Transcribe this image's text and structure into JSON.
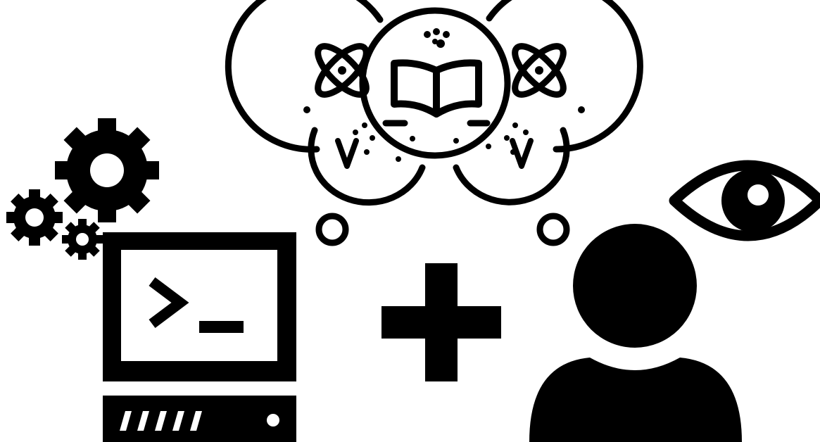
{
  "diagram": {
    "elements": [
      {
        "id": "gears",
        "icon": "gears-icon"
      },
      {
        "id": "computer",
        "icon": "computer-terminal-icon",
        "screen_prompt": "terminal-prompt-icon"
      },
      {
        "id": "plus",
        "icon": "plus-icon"
      },
      {
        "id": "person",
        "icon": "person-icon"
      },
      {
        "id": "eye",
        "icon": "eye-icon"
      },
      {
        "id": "thought-cloud",
        "icon": "thought-cloud-icon",
        "contents": [
          "atom-icon",
          "book-icon",
          "atom-icon"
        ]
      }
    ],
    "colors": {
      "ink": "#000000",
      "background": "#ffffff"
    }
  }
}
